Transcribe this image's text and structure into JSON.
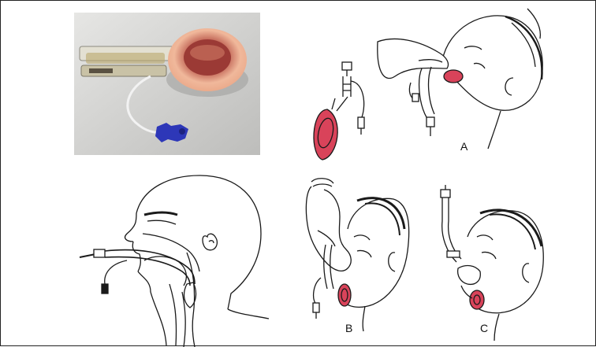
{
  "figure": {
    "labels": {
      "a": "A",
      "b": "B",
      "c": "C"
    },
    "colors": {
      "cuff_red": "#d9435a",
      "mask_peach": "#f1b79a",
      "photo_bg": "#d6d6d4",
      "line": "#1a1a1a",
      "inflation_blue": "#2d37b8"
    },
    "icons": [
      "laryngeal-mask-airway-photo",
      "laryngeal-mask-device",
      "head-insertion-a",
      "sagittal-head-section",
      "head-insertion-b",
      "head-insertion-c"
    ]
  }
}
